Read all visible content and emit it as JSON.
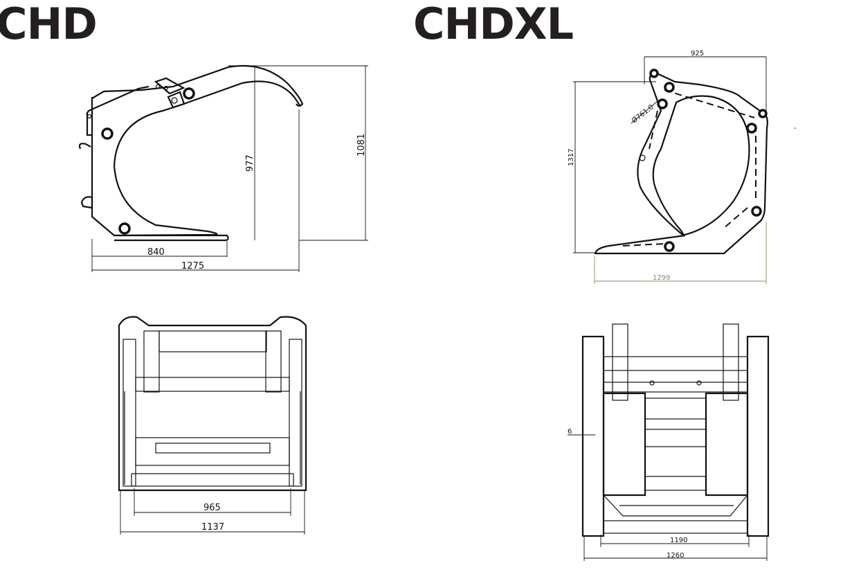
{
  "titles": {
    "left": "CHD",
    "right": "CHDXL"
  },
  "chd": {
    "side_view": {
      "width_840": "840",
      "width_1275": "1275",
      "height_977": "977",
      "height_1081": "1081"
    },
    "front_view": {
      "inner_965": "965",
      "outer_1137": "1137"
    }
  },
  "chdxl": {
    "side_view": {
      "width_925": "925",
      "height_1317": "1317",
      "diameter": "Ø761,0",
      "width_1299": "1299",
      "stray_mark": "-"
    },
    "front_view": {
      "offset_6": "6",
      "inner_1190": "1190",
      "outer_1260": "1260"
    }
  },
  "colors": {
    "text": "#231f20",
    "line": "#111111",
    "green_dim": "#8a8f5a"
  }
}
